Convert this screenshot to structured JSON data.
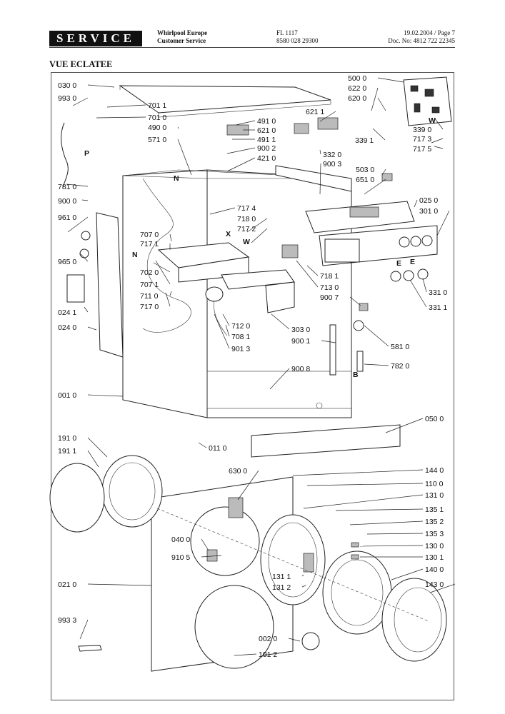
{
  "header": {
    "brand": "SERVICE",
    "company_line1": "Whirlpool Europe",
    "company_line2": "Customer Service",
    "model": "FL 1117",
    "model_code": "8580 028 29300",
    "date_page": "19.02.2004 / Page 7",
    "doc_no": "Doc. No: 4812 722 22345"
  },
  "section_title": "VUE ECLATEE",
  "diagram": {
    "letters": [
      "P",
      "N",
      "N",
      "X",
      "W",
      "W",
      "E",
      "E",
      "B"
    ],
    "labels": [
      "030 0",
      "993 0",
      "701 1",
      "701 0",
      "490 0",
      "571 0",
      "491 0",
      "621 0",
      "491 1",
      "621 1",
      "900 2",
      "421 0",
      "332 0",
      "900 3",
      "500 0",
      "622 0",
      "620 0",
      "339 1",
      "339 0",
      "717 3",
      "717 5",
      "503 0",
      "651 0",
      "025 0",
      "301 0",
      "781 0",
      "900 0",
      "961 0",
      "965 0",
      "024 1",
      "024 0",
      "717 4",
      "718 0",
      "717 2",
      "707 0",
      "717 1",
      "702 0",
      "707 1",
      "711 0",
      "717 0",
      "718 1",
      "713 0",
      "900 7",
      "331 0",
      "331 1",
      "712 0",
      "708 1",
      "901 3",
      "303 0",
      "900 1",
      "581 0",
      "782 0",
      "900 8",
      "001 0",
      "050 0",
      "011 0",
      "191 0",
      "191 1",
      "630 0",
      "144 0",
      "110 0",
      "131 0",
      "135 1",
      "135 2",
      "135 3",
      "130 0",
      "130 1",
      "040 0",
      "910 5",
      "131 1",
      "131 2",
      "140 0",
      "143 0",
      "021 0",
      "993 3",
      "002 0",
      "191 2"
    ]
  }
}
